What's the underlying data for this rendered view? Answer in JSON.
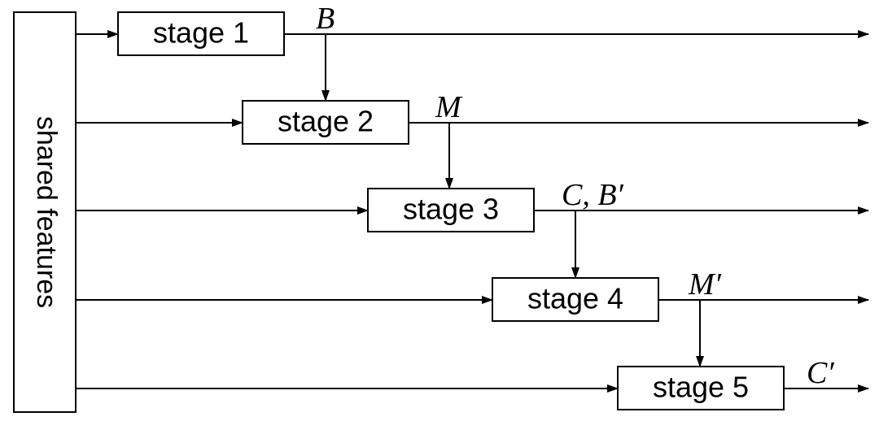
{
  "shared_features": {
    "label": "shared features"
  },
  "stages": [
    {
      "label": "stage 1",
      "output": "B"
    },
    {
      "label": "stage 2",
      "output": "M"
    },
    {
      "label": "stage 3",
      "output": "C, B′"
    },
    {
      "label": "stage 4",
      "output": "M′"
    },
    {
      "label": "stage 5",
      "output": "C′"
    }
  ]
}
